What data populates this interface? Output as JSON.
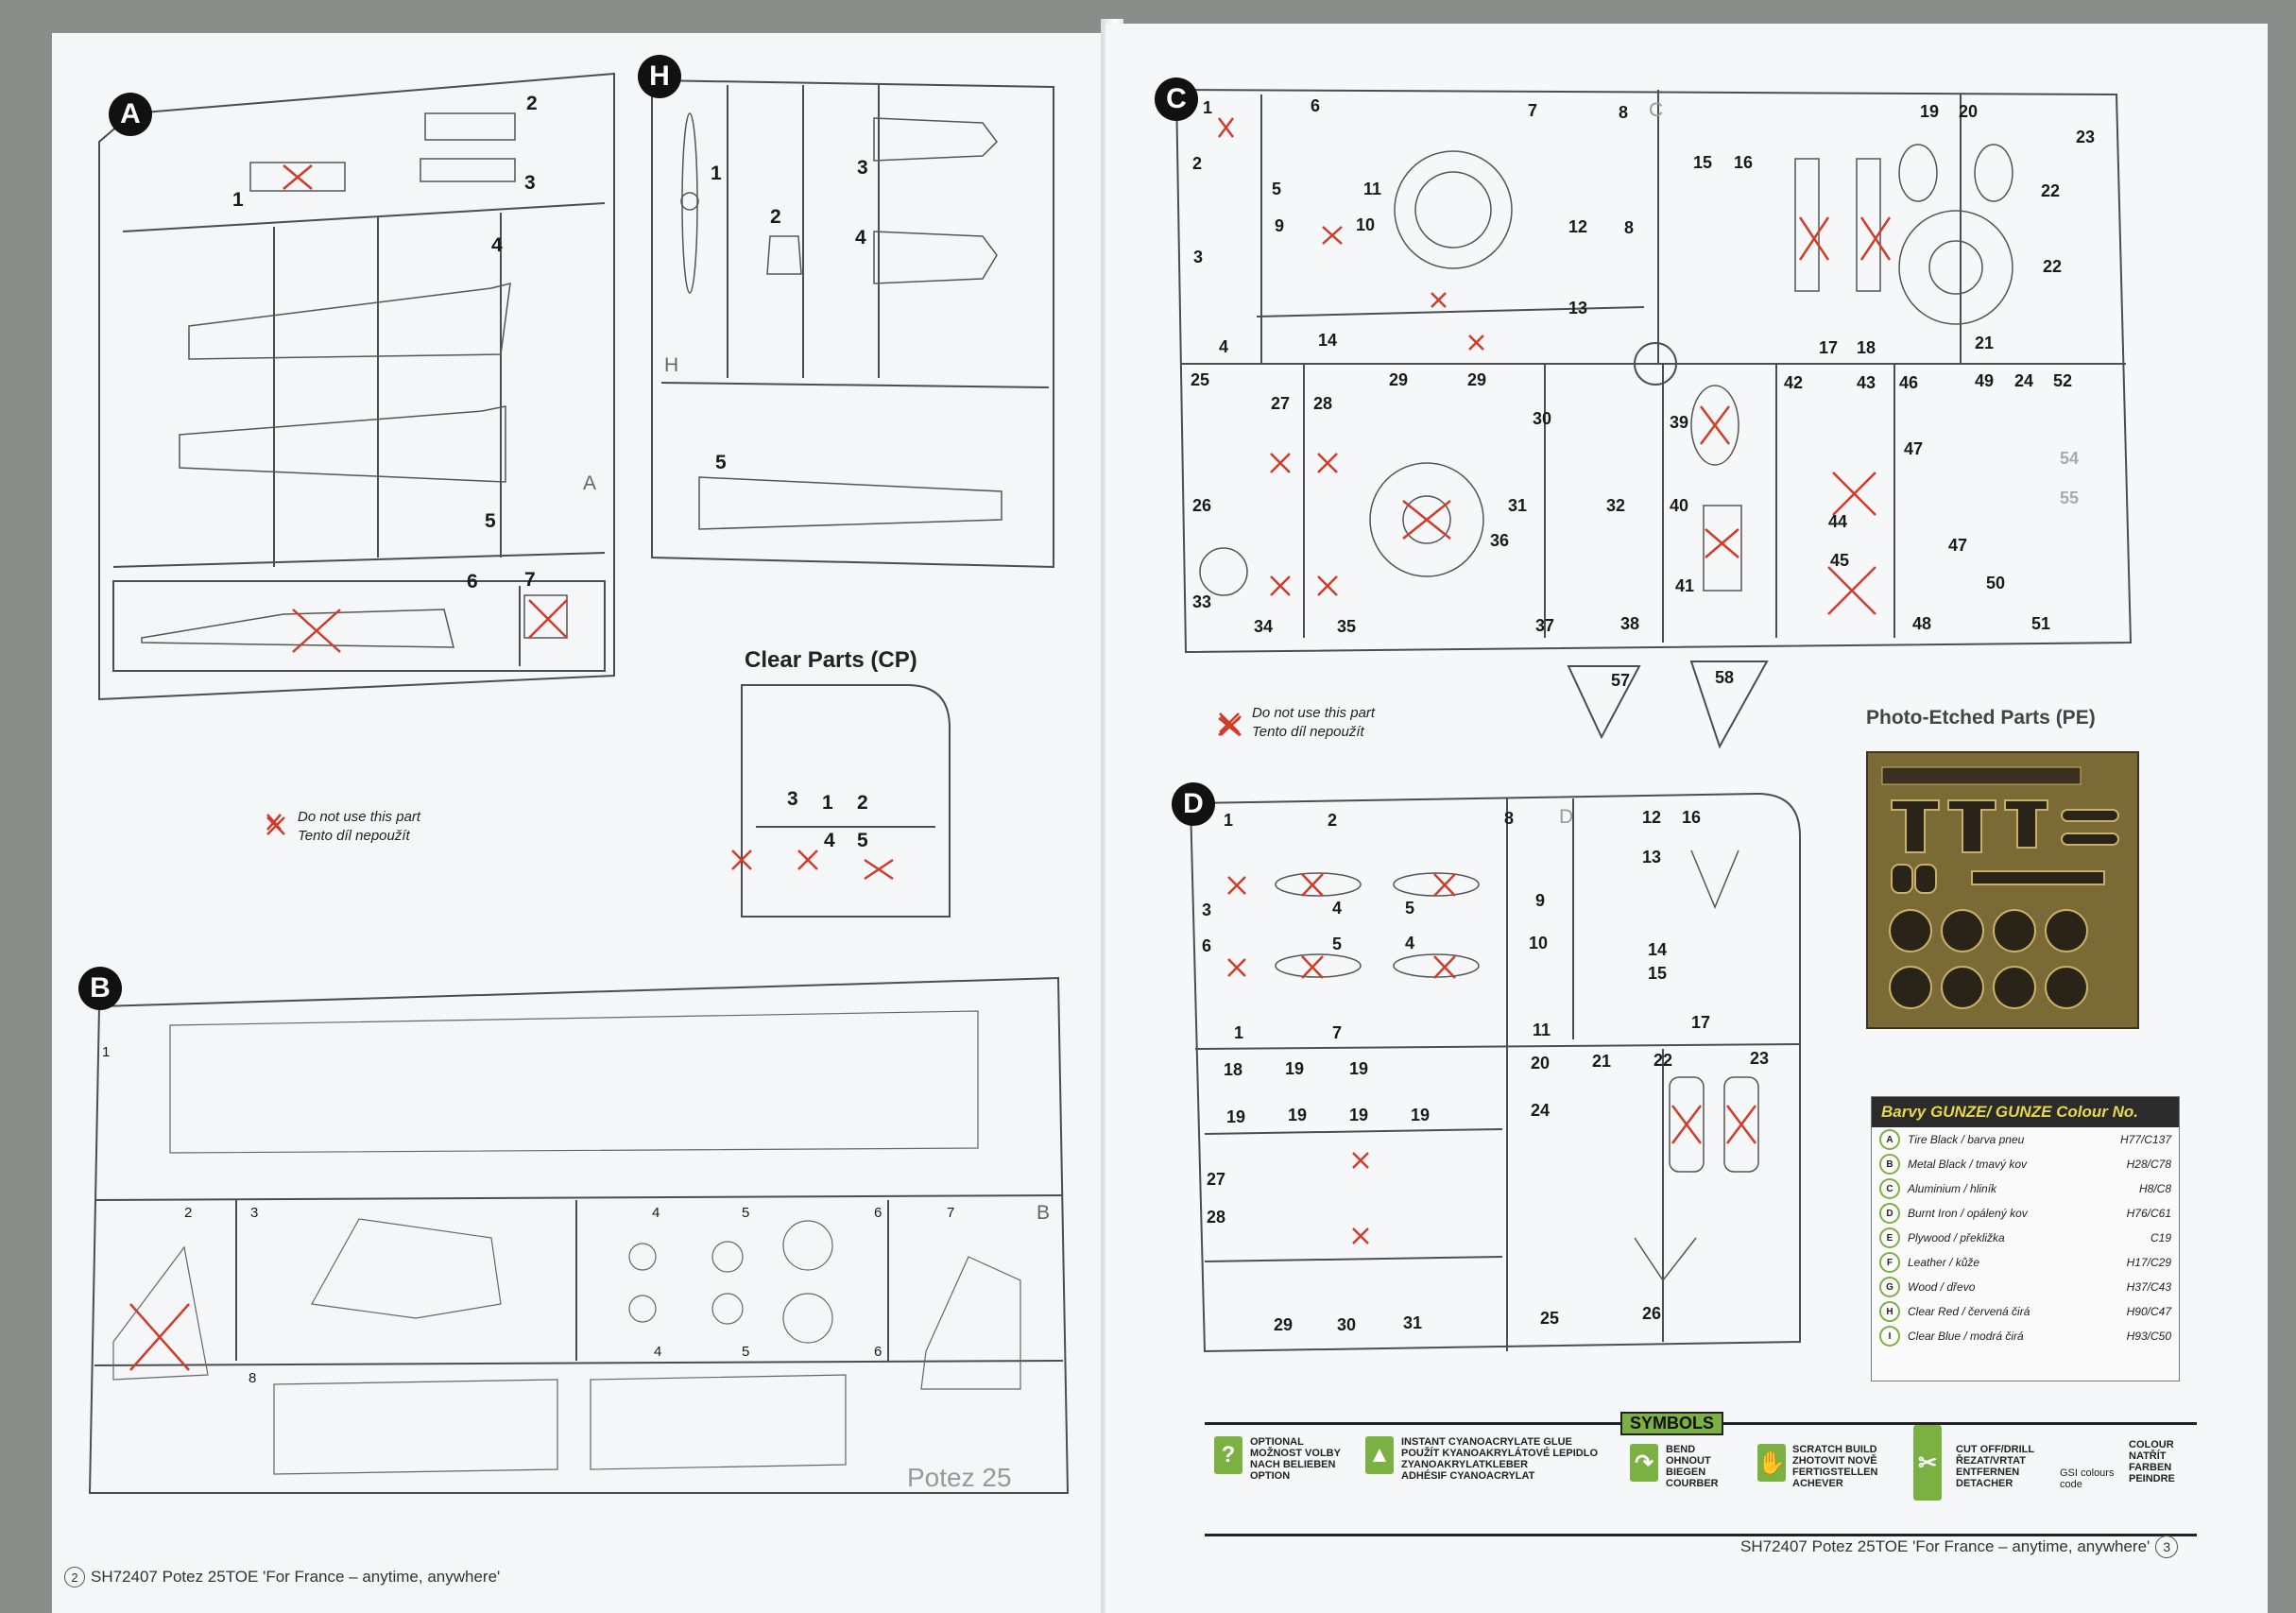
{
  "left_page": {
    "sprues": {
      "a": {
        "letter": "A",
        "part_numbers": [
          "1",
          "2",
          "3",
          "4",
          "5",
          "6",
          "7"
        ],
        "corner_tag": "A"
      },
      "h": {
        "letter": "H",
        "part_numbers": [
          "1",
          "2",
          "3",
          "4",
          "5"
        ],
        "corner_tag": "H"
      },
      "b": {
        "letter": "B",
        "part_numbers": [
          "1",
          "2",
          "3",
          "4",
          "5",
          "6",
          "7",
          "8",
          "4",
          "5",
          "6"
        ],
        "corner_tag": "B",
        "text_on_sprue": "Potez 25"
      }
    },
    "clear_parts": {
      "title": "Clear Parts (CP)",
      "part_numbers": [
        "1",
        "2",
        "3",
        "4",
        "5"
      ]
    },
    "legend_note": {
      "line1": "Do not use this part",
      "line2": "Tento díl nepoužít"
    },
    "footer": {
      "page_number": "2",
      "text": "SH72407  Potez 25TOE 'For France – anytime, anywhere'"
    }
  },
  "right_page": {
    "sprues": {
      "c": {
        "letter": "C",
        "corner_tag": "C",
        "part_numbers": [
          "1",
          "2",
          "3",
          "4",
          "5",
          "6",
          "7",
          "8",
          "9",
          "10",
          "11",
          "12",
          "8",
          "13",
          "14",
          "15",
          "16",
          "17",
          "18",
          "19",
          "20",
          "21",
          "22",
          "22",
          "23",
          "24",
          "25",
          "26",
          "27",
          "28",
          "29",
          "29",
          "30",
          "31",
          "32",
          "33",
          "34",
          "35",
          "36",
          "37",
          "38",
          "39",
          "40",
          "41",
          "42",
          "43",
          "44",
          "45",
          "46",
          "47",
          "47",
          "48",
          "49",
          "24",
          "50",
          "51",
          "52",
          "54",
          "55",
          "57",
          "58"
        ]
      },
      "d": {
        "letter": "D",
        "corner_tag": "D",
        "part_numbers": [
          "1",
          "2",
          "3",
          "4",
          "5",
          "6",
          "5",
          "4",
          "1",
          "7",
          "8",
          "9",
          "10",
          "11",
          "12",
          "13",
          "14",
          "15",
          "16",
          "17",
          "18",
          "19",
          "19",
          "19",
          "19",
          "19",
          "19",
          "20",
          "21",
          "22",
          "23",
          "24",
          "25",
          "26",
          "27",
          "28",
          "29",
          "30",
          "31"
        ]
      }
    },
    "legend_note": {
      "line1": "Do not use this part",
      "line2": "Tento díl nepoužít"
    },
    "pe": {
      "title": "Photo-Etched Parts (PE)"
    },
    "colour_table": {
      "title": "Barvy GUNZE/ GUNZE Colour No.",
      "rows": [
        {
          "key": "A",
          "name": "Tire Black / barva pneu",
          "code": "H77/C137"
        },
        {
          "key": "B",
          "name": "Metal Black / tmavý kov",
          "code": "H28/C78"
        },
        {
          "key": "C",
          "name": "Aluminium / hliník",
          "code": "H8/C8"
        },
        {
          "key": "D",
          "name": "Burnt Iron / opálený kov",
          "code": "H76/C61"
        },
        {
          "key": "E",
          "name": "Plywood / překližka",
          "code": "C19"
        },
        {
          "key": "F",
          "name": "Leather / kůže",
          "code": "H17/C29"
        },
        {
          "key": "G",
          "name": "Wood / dřevo",
          "code": "H37/C43"
        },
        {
          "key": "H",
          "name": "Clear Red / červená čirá",
          "code": "H90/C47"
        },
        {
          "key": "I",
          "name": "Clear Blue / modrá čirá",
          "code": "H93/C50"
        }
      ]
    },
    "symbols": {
      "heading": "SYMBOLS",
      "items": [
        {
          "icon": "?",
          "text": "OPTIONAL\nMOŽNOST VOLBY\nNACH BELIEBEN\nOPTION"
        },
        {
          "icon": "glue",
          "text": "INSTANT CYANOACRYLATE GLUE\nPOUŽÍT KYANOAKRYLÁTOVÉ LEPIDLO\nZYANOAKRYLATKLEBER\nADHÉSIF CYANOACRYLAT"
        },
        {
          "icon": "bend",
          "text": "BEND\nOHNOUT\nBIEGEN\nCOURBER"
        },
        {
          "icon": "hand",
          "text": "SCRATCH BUILD\nZHOTOVIT NOVĚ\nFERTIGSTELLEN\nACHEVER"
        },
        {
          "icon": "cut",
          "text": "CUT OFF/DRILL\nŘEZAT/VRTAT\nENTFERNEN\nDETACHER"
        },
        {
          "icon": "gsi",
          "text": "GSI colours code",
          "text2": "COLOUR\nNATŘÍT\nFARBEN\nPEINDRE"
        }
      ]
    },
    "footer": {
      "page_number": "3",
      "text": "SH72407  Potez 25TOE 'For France – anytime, anywhere'"
    }
  },
  "colors": {
    "accent_green": "#7bb043",
    "mark_red": "#d23b2a",
    "line": "#4a4d52"
  }
}
